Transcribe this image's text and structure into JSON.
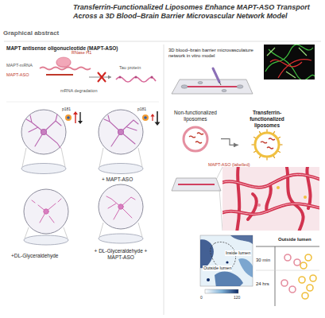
{
  "diagram": {
    "title": "Transferrin-Functionalized Liposomes Enhance MAPT-ASO Transport Across a 3D Blood–Brain Barrier Microvascular Network Model",
    "nodes": [
      {
        "text": [
          "Non-functionalized liposomes"
        ]
      },
      {
        "text": [
          "Transferrin-functionalized liposomes"
        ]
      }
    ],
    "edges": [
      {
        "from": 0,
        "to": 1,
        "arrow": "to"
      }
    ],
    "labels": [
      "Graphical abstract",
      "MAPT antisense oligonucleotide (MAPT-ASO)",
      "MAPT-mRNA",
      "RNase H1",
      "MAPT-ASO",
      "Tau protein",
      "mRNA degradation",
      "p181",
      "p181",
      "+ MAPT-ASO",
      "+DL-Glyceraldehyde",
      "+ DL-Glyceraldehyde + MAPT-ASO",
      "3D blood–brain barrier microvasculature network in vitro model",
      "MAPT-ASO (labelled)",
      "Inside lumen",
      "Outside lumen",
      "0",
      "120",
      "Outside lumen",
      "30 min",
      "24 hrs"
    ]
  }
}
